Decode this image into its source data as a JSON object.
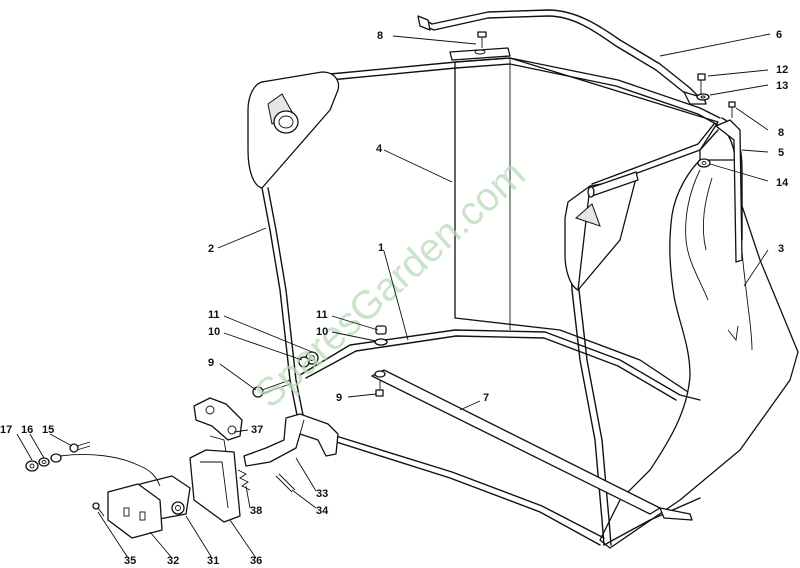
{
  "watermark": "SparesGarden.com",
  "callouts": {
    "c1": "1",
    "c2": "2",
    "c3": "3",
    "c4": "4",
    "c5": "5",
    "c6": "6",
    "c7": "7",
    "c8a": "8",
    "c8b": "8",
    "c9a": "9",
    "c9b": "9",
    "c10a": "10",
    "c10b": "10",
    "c11a": "11",
    "c11b": "11",
    "c12": "12",
    "c13": "13",
    "c14": "14",
    "c15": "15",
    "c16": "16",
    "c17": "17",
    "c31": "31",
    "c32": "32",
    "c33": "33",
    "c34": "34",
    "c35": "35",
    "c36": "36",
    "c37": "37",
    "c38": "38"
  }
}
